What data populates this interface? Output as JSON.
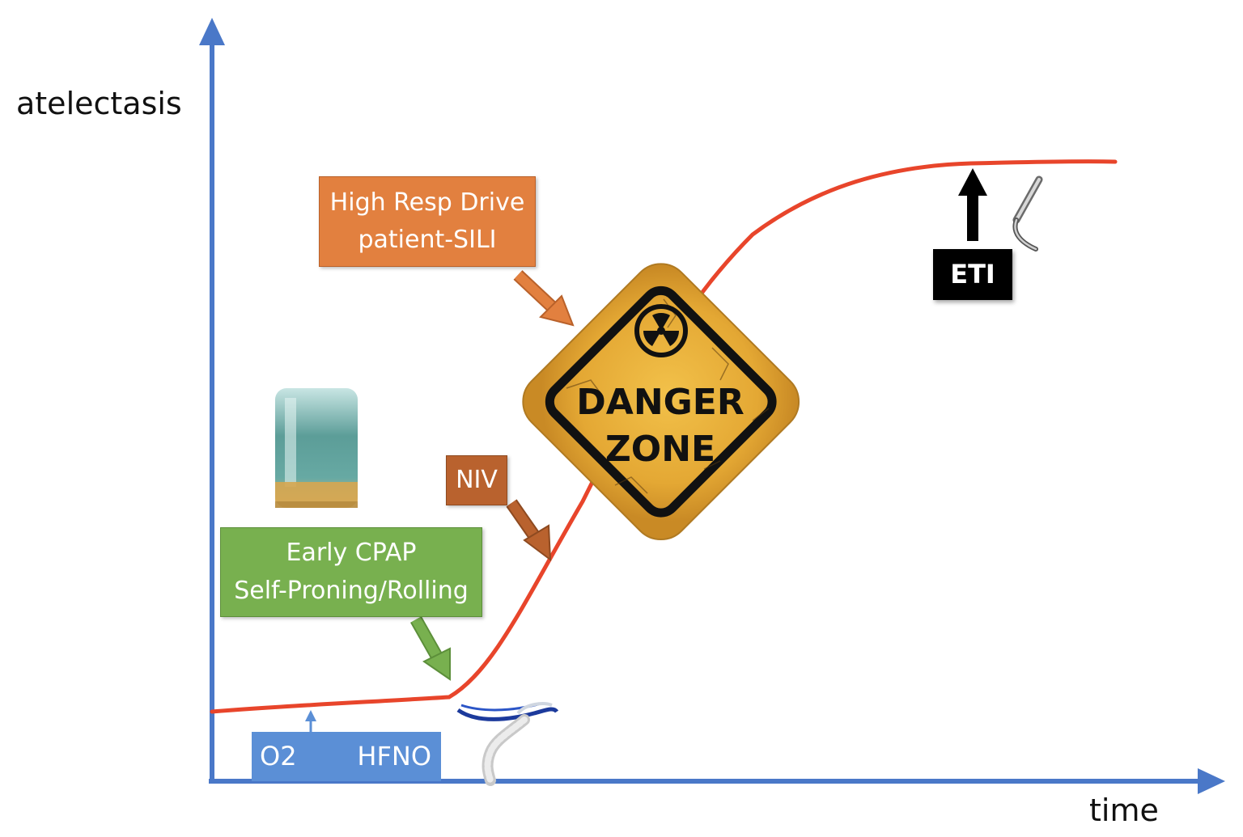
{
  "axes": {
    "y_label": "atelectasis",
    "x_label": "time"
  },
  "boxes": {
    "high_resp": {
      "line1": "High Resp Drive",
      "line2": "patient-SILI"
    },
    "niv": {
      "label": "NIV"
    },
    "cpap": {
      "line1": "Early CPAP",
      "line2": "Self-Proning/Rolling"
    },
    "eti": {
      "label": "ETI"
    },
    "o2_hfno": {
      "o2": "O2",
      "hfno": "HFNO"
    }
  },
  "danger_sign": {
    "line1": "DANGER",
    "line2": "ZONE"
  },
  "colors": {
    "axis": "#4a78c8",
    "curve": "#e8452b",
    "high_resp_box": "#e2803f",
    "niv_box": "#b9622e",
    "cpap_box": "#78b04f",
    "eti_box": "#000000",
    "o2_bar": "#5b8fd6",
    "sign_fill": "#e8b03a"
  },
  "icons": [
    "radiation-icon",
    "laryngoscope-icon",
    "nasal-cannula-icon",
    "cpap-helmet-icon"
  ]
}
